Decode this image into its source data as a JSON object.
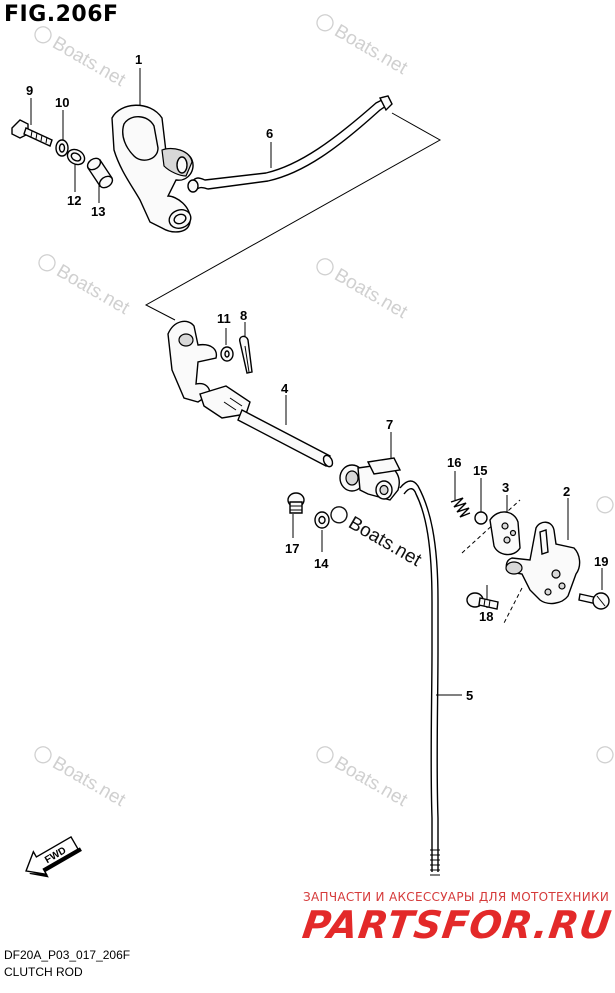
{
  "figure": {
    "title": "FIG.206F",
    "code": "DF20A_P03_017_206F",
    "name": "CLUTCH ROD",
    "direction_label": "FWD"
  },
  "part_numbers": [
    "1",
    "2",
    "3",
    "4",
    "5",
    "6",
    "7",
    "8",
    "9",
    "10",
    "11",
    "12",
    "13",
    "14",
    "15",
    "16",
    "17",
    "18",
    "19"
  ],
  "watermark": {
    "text": "Boats.net",
    "mark": "©"
  },
  "footer_watermark": {
    "subtitle": "ЗАПЧАСТИ И АКСЕССУАРЫ ДЛЯ МОТОТЕХНИКИ",
    "brand": "PARTSFOR.RU"
  },
  "colors": {
    "line": "#000000",
    "watermark": "#d0d0d0",
    "brand": "#e32929"
  }
}
